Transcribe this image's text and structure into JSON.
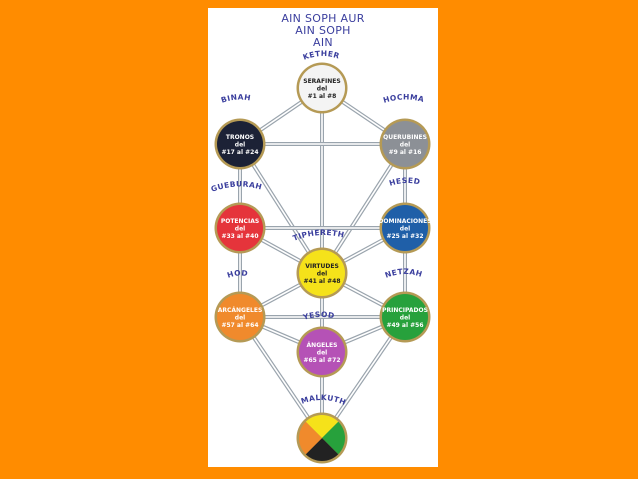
{
  "titles": [
    "AIN SOPH AUR",
    "AIN SOPH",
    "AIN"
  ],
  "colors": {
    "background": "#ff8c00",
    "panel": "#ffffff",
    "label": "#3b3f9e",
    "ring": "#b59a55",
    "path": "#9aa4ad"
  },
  "nodes": {
    "kether": {
      "name": "KETHER",
      "lines": [
        "SERAFINES",
        "del",
        "#1 al #8"
      ],
      "fill": "#f4f4f4",
      "text": "#222222"
    },
    "binah": {
      "name": "BINAH",
      "lines": [
        "TRONOS",
        "del",
        "#17 al #24"
      ],
      "fill": "#1c2236",
      "text": "#ffffff"
    },
    "hochmah": {
      "name": "HOCHMAH",
      "lines": [
        "QUERUBINES",
        "del",
        "#9 al #16"
      ],
      "fill": "#8c9096",
      "text": "#ffffff"
    },
    "gueburah": {
      "name": "GUEBURAH",
      "lines": [
        "POTENCIAS",
        "del",
        "#33 al #40"
      ],
      "fill": "#e5343b",
      "text": "#ffffff"
    },
    "hesed": {
      "name": "HESED",
      "lines": [
        "DOMINACIONES",
        "del",
        "#25 al #32"
      ],
      "fill": "#1f5fa8",
      "text": "#ffffff"
    },
    "tiphereth": {
      "name": "TIPHERETH",
      "lines": [
        "VIRTUDES",
        "del",
        "#41 al #48"
      ],
      "fill": "#f5e21a",
      "text": "#222222"
    },
    "hod": {
      "name": "HOD",
      "lines": [
        "ARCÁNGELES",
        "del",
        "#57 al #64"
      ],
      "fill": "#f08a2c",
      "text": "#ffffff"
    },
    "netzah": {
      "name": "NETZAH",
      "lines": [
        "PRINCIPADOS",
        "del",
        "#49 al #56"
      ],
      "fill": "#27a13c",
      "text": "#ffffff"
    },
    "yesod": {
      "name": "YESOD",
      "lines": [
        "ÁNGELES",
        "del",
        "#65 al #72"
      ],
      "fill": "#b552b6",
      "text": "#ffffff"
    },
    "malkuth": {
      "name": "MALKUTH",
      "lines": [],
      "quadrants": [
        "#f5e21a",
        "#27a13c",
        "#222222",
        "#f08a2c"
      ]
    }
  }
}
